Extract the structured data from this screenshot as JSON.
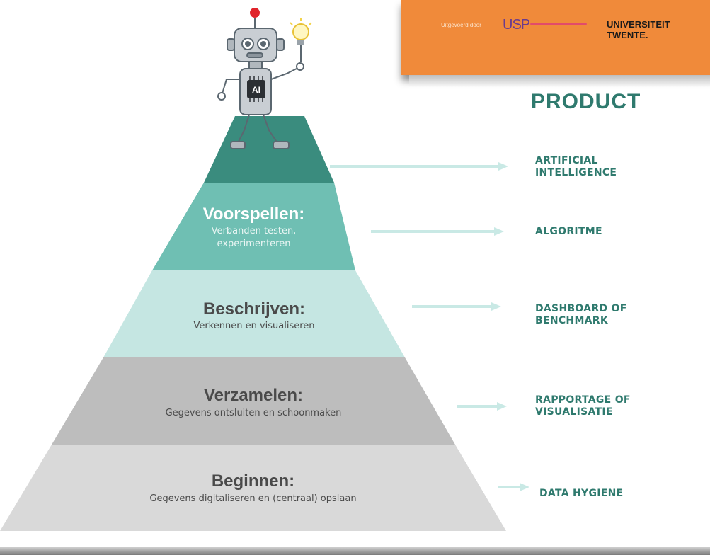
{
  "colors": {
    "orange": "#f08a3a",
    "teal_dark": "#3a8c7e",
    "teal_mid": "#6fbfb3",
    "teal_light": "#c5e6e2",
    "gray_mid": "#bdbdbd",
    "gray_light": "#d9d9d9",
    "arrow": "#c9e9e5",
    "label": "#2f7a6e",
    "usp_sub": "#e24b6a"
  },
  "banner": {
    "uitgevoerd": "Uitgevoerd door",
    "usp": "USP",
    "university": "UNIVERSITEIT TWENTE."
  },
  "product_heading": "PRODUCT",
  "robot": {
    "chip_label": "AI",
    "icon": "robot-icon",
    "bulb_icon": "lightbulb-icon"
  },
  "pyramid": [
    {
      "title": "",
      "subtitle": "",
      "output": "ARTIFICIAL\nINTELLIGENCE"
    },
    {
      "title": "Voorspellen:",
      "subtitle": "Verbanden testen,\nexperimenteren",
      "output": "ALGORITME"
    },
    {
      "title": "Beschrijven:",
      "subtitle": "Verkennen  en visualiseren",
      "output": "DASHBOARD OF\nBENCHMARK"
    },
    {
      "title": "Verzamelen:",
      "subtitle": "Gegevens  ontsluiten en schoonmaken",
      "output": "RAPPORTAGE OF\nVISUALISATIE"
    },
    {
      "title": "Beginnen:",
      "subtitle": "Gegevens  digitaliseren en (centraal) opslaan",
      "output": "DATA HYGIENE"
    }
  ]
}
